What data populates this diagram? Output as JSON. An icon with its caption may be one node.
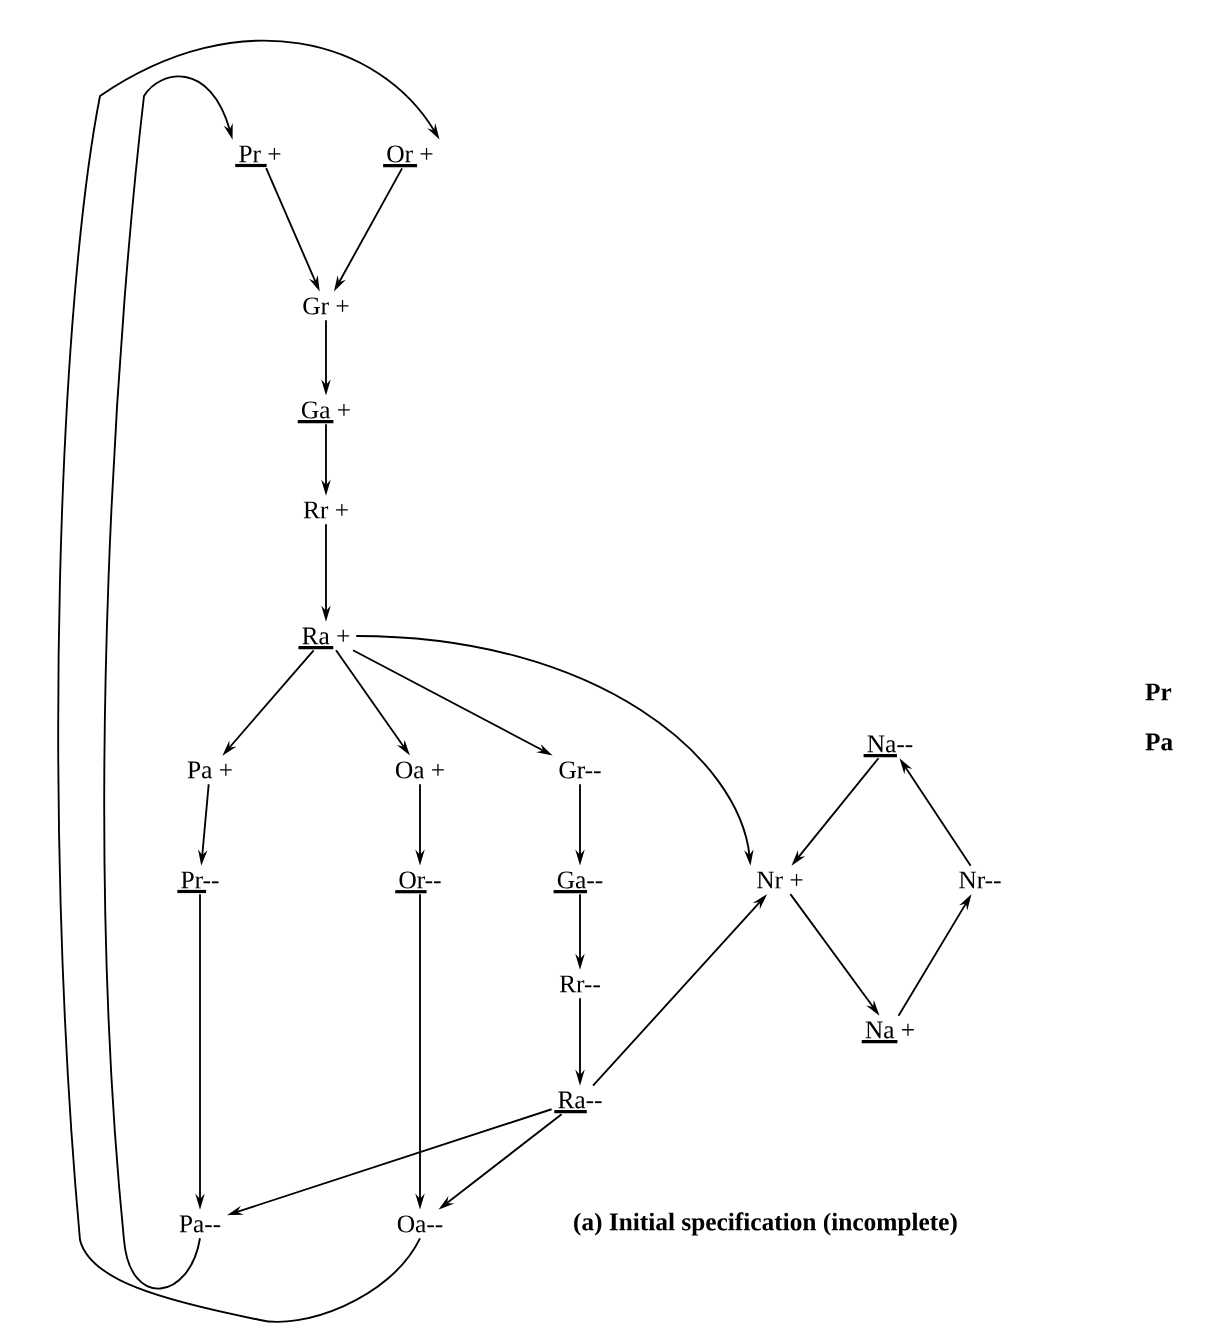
{
  "diagram": {
    "caption": "(a) Initial specification (incomplete)",
    "nodes": [
      {
        "text": [
          "Pr +"
        ]
      },
      {
        "text": [
          "Or +"
        ]
      },
      {
        "text": [
          "Gr +"
        ]
      },
      {
        "text": [
          "Ga +"
        ]
      },
      {
        "text": [
          "Rr +"
        ]
      },
      {
        "text": [
          "Ra +"
        ]
      },
      {
        "text": [
          "Pa +"
        ]
      },
      {
        "text": [
          "Oa +"
        ]
      },
      {
        "text": [
          "Gr--"
        ]
      },
      {
        "text": [
          "Pr--"
        ]
      },
      {
        "text": [
          "Or--"
        ]
      },
      {
        "text": [
          "Ga--"
        ]
      },
      {
        "text": [
          "Rr--"
        ]
      },
      {
        "text": [
          "Ra--"
        ]
      },
      {
        "text": [
          "Pa--"
        ]
      },
      {
        "text": [
          "Oa--"
        ]
      },
      {
        "text": [
          "Nr +"
        ]
      },
      {
        "text": [
          "Na--"
        ]
      },
      {
        "text": [
          "Nr--"
        ]
      },
      {
        "text": [
          "Na +"
        ]
      }
    ],
    "edges": [
      {
        "from": 0,
        "to": 2,
        "arrow": "to"
      },
      {
        "from": 1,
        "to": 2,
        "arrow": "to"
      },
      {
        "from": 2,
        "to": 3,
        "arrow": "to"
      },
      {
        "from": 3,
        "to": 4,
        "arrow": "to"
      },
      {
        "from": 4,
        "to": 5,
        "arrow": "to"
      },
      {
        "from": 5,
        "to": 6,
        "arrow": "to"
      },
      {
        "from": 5,
        "to": 7,
        "arrow": "to"
      },
      {
        "from": 5,
        "to": 8,
        "arrow": "to"
      },
      {
        "from": 5,
        "to": 16,
        "arrow": "to"
      },
      {
        "from": 6,
        "to": 9,
        "arrow": "to"
      },
      {
        "from": 7,
        "to": 10,
        "arrow": "to"
      },
      {
        "from": 8,
        "to": 11,
        "arrow": "to"
      },
      {
        "from": 11,
        "to": 12,
        "arrow": "to"
      },
      {
        "from": 12,
        "to": 13,
        "arrow": "to"
      },
      {
        "from": 9,
        "to": 14,
        "arrow": "to"
      },
      {
        "from": 10,
        "to": 15,
        "arrow": "to"
      },
      {
        "from": 13,
        "to": 14,
        "arrow": "to"
      },
      {
        "from": 13,
        "to": 15,
        "arrow": "to"
      },
      {
        "from": 13,
        "to": 16,
        "arrow": "to"
      },
      {
        "from": 17,
        "to": 16,
        "arrow": "to"
      },
      {
        "from": 16,
        "to": 19,
        "arrow": "to"
      },
      {
        "from": 19,
        "to": 18,
        "arrow": "to"
      },
      {
        "from": 18,
        "to": 17,
        "arrow": "to"
      },
      {
        "from": 14,
        "to": 0,
        "arrow": "to"
      },
      {
        "from": 15,
        "to": 1,
        "arrow": "to"
      }
    ],
    "labels": [
      "Pr",
      "Pa"
    ]
  }
}
